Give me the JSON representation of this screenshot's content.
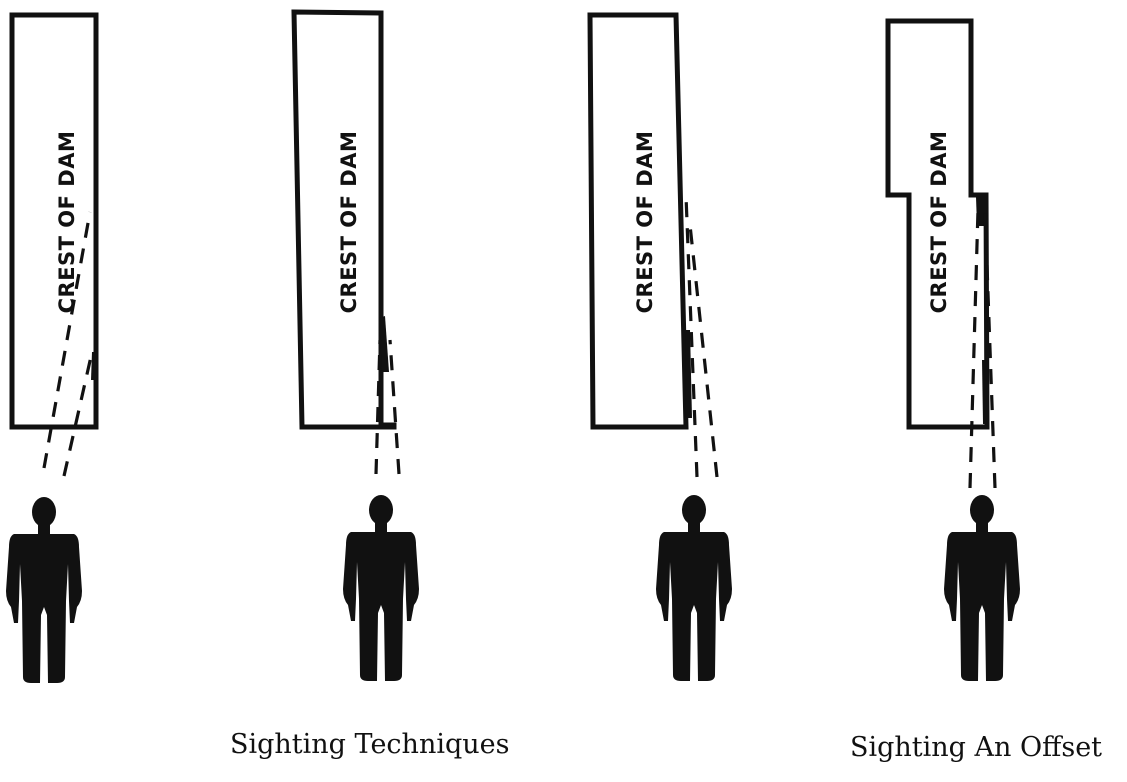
{
  "diagrams": [
    {
      "label": "CREST OF DAM"
    },
    {
      "label": "CREST OF DAM"
    },
    {
      "label": "CREST OF DAM"
    },
    {
      "label": "CREST OF DAM"
    }
  ],
  "captions": {
    "techniques": "Sighting Techniques",
    "offset": "Sighting An Offset"
  },
  "colors": {
    "ink": "#111111",
    "background": "#ffffff"
  },
  "icons": {
    "observer": "person-silhouette-icon"
  }
}
